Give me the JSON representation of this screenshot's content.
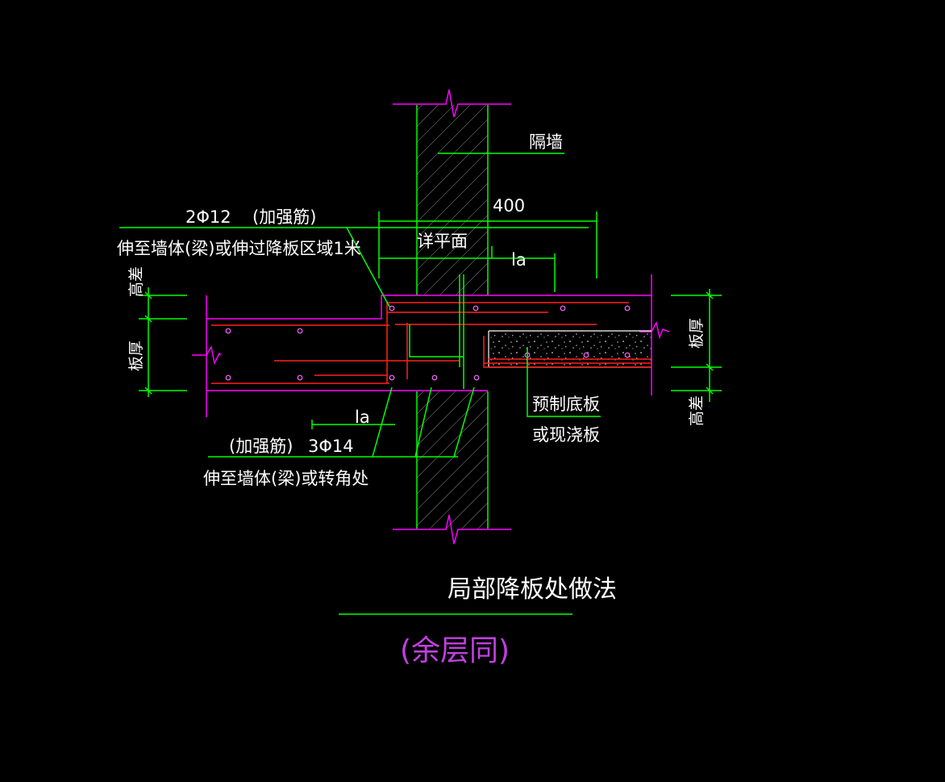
{
  "labels": {
    "partition_wall": "隔墙",
    "dim_400": "400",
    "see_plan": "详平面",
    "la_top": "la",
    "la_bottom": "la",
    "top_bar_spec": "2Φ12",
    "top_bar_note": "(加强筋)",
    "top_bar_extend": "伸至墙体(梁)或伸过降板区域1米",
    "bottom_bar_note": "(加强筋)",
    "bottom_bar_spec": "3Φ14",
    "bottom_bar_extend": "伸至墙体(梁)或转角处",
    "left_height_diff": "高差",
    "left_slab_thickness": "板厚",
    "right_slab_thickness": "板厚",
    "right_height_diff": "高差",
    "precast_line1": "预制底板",
    "precast_line2": "或现浇板"
  },
  "title": {
    "main": "局部降板处做法",
    "sub": "(余层同)"
  },
  "colors": {
    "background": "#000000",
    "green": "#00ff00",
    "magenta": "#ff00ff",
    "red": "#ff2020",
    "white": "#ffffff",
    "purple_text": "#c040e0",
    "hatch": "#8a8a8a"
  }
}
